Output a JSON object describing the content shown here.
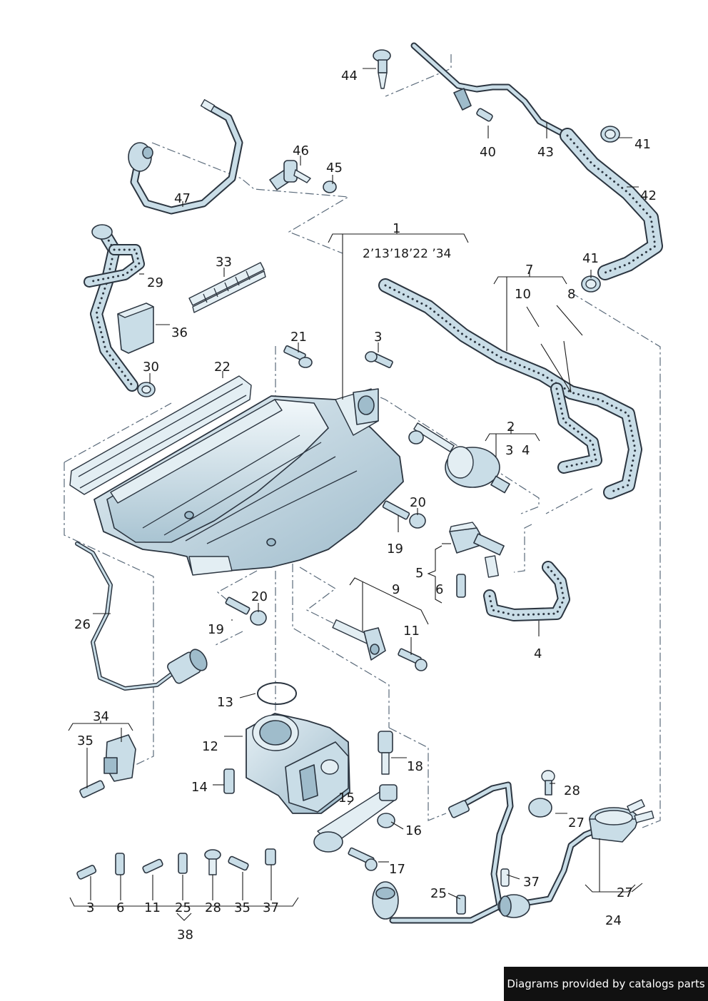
{
  "callouts": {
    "c1": "1",
    "c1_sub": "2’13’18’22 ’34",
    "c2": "2",
    "c2_a": "3",
    "c2_b": "4",
    "c3": "3",
    "c4": "4",
    "c5": "5",
    "c6": "6",
    "c7": "7",
    "c8": "8",
    "c9": "9",
    "c10": "10",
    "c11": "11",
    "c12": "12",
    "c13": "13",
    "c14": "14",
    "c15": "15",
    "c16": "16",
    "c17": "17",
    "c18": "18",
    "c19a": "19",
    "c19b": "19",
    "c20a": "20",
    "c20b": "20",
    "c21": "21",
    "c22": "22",
    "c24": "24",
    "c25": "25",
    "c26": "26",
    "c27a": "27",
    "c27b": "27",
    "c28": "28",
    "c29": "29",
    "c30": "30",
    "c33": "33",
    "c34": "34",
    "c35": "35",
    "c36": "36",
    "c37": "37",
    "c40": "40",
    "c41a": "41",
    "c41b": "41",
    "c42": "42",
    "c43": "43",
    "c44": "44",
    "c45": "45",
    "c46": "46",
    "c47": "47",
    "kit": [
      "3",
      "6",
      "11",
      "25",
      "28",
      "35",
      "37"
    ],
    "kit_total": "38"
  },
  "footer": {
    "text": "Diagrams provided by catalogs parts"
  },
  "colors": {
    "part_fill": "#c9dde7",
    "outline": "#2b3540",
    "footer_bg": "#111111"
  }
}
